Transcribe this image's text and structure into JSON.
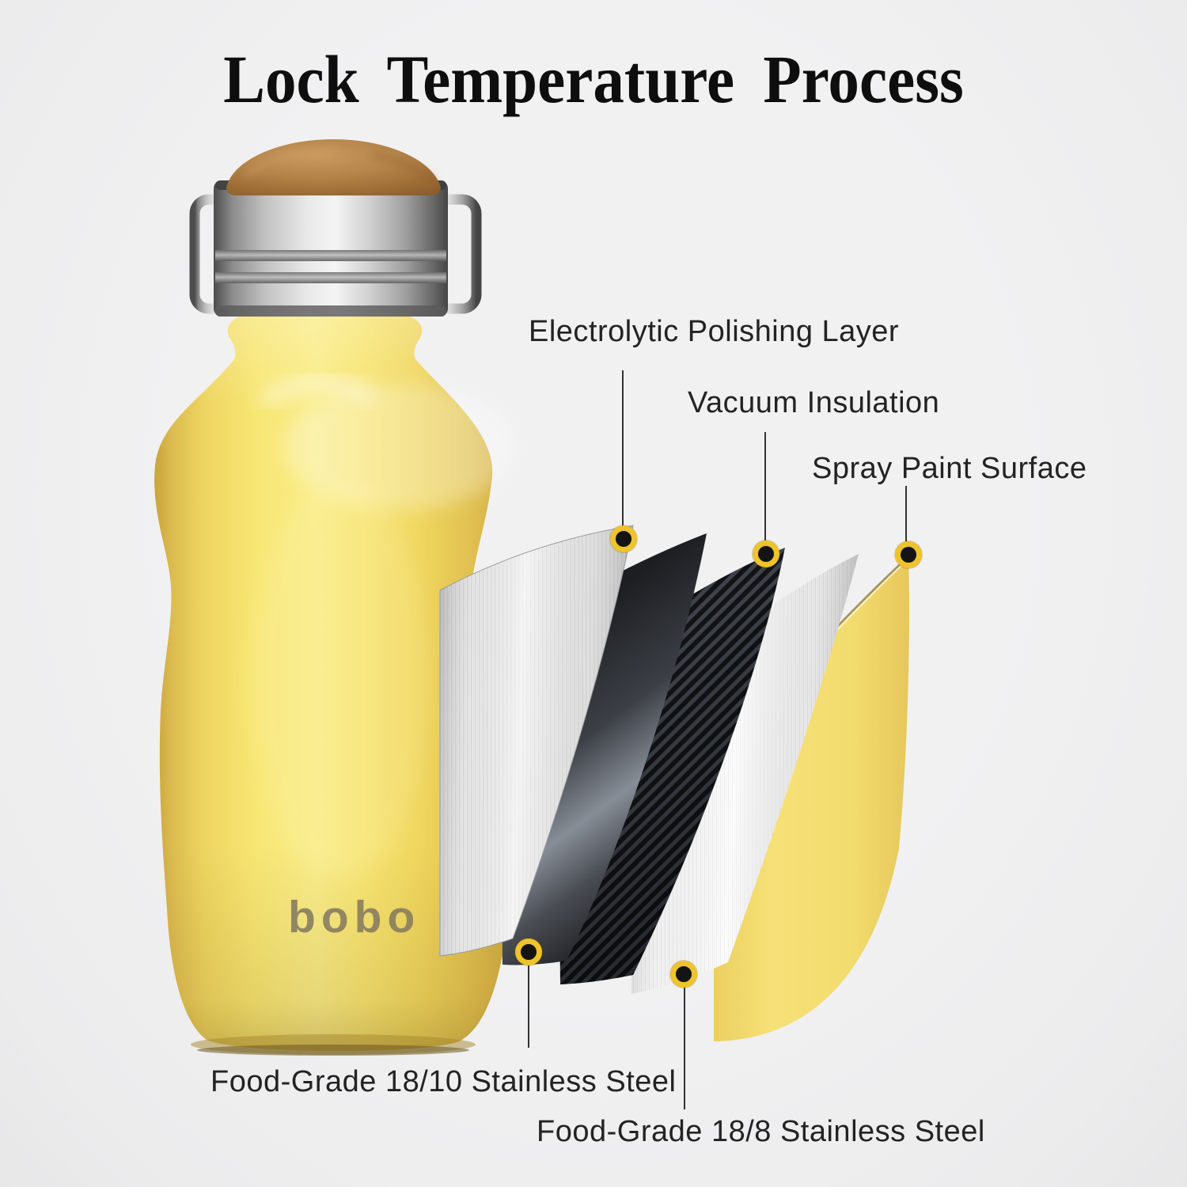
{
  "header": {
    "title": "Lock Temperature Process"
  },
  "bottle": {
    "logo": "bobo",
    "body_color": "#f5e26b",
    "cap_wood_color": "#a9783f",
    "cap_steel_color": "#c6c6c6"
  },
  "callouts": [
    {
      "id": "electrolytic-polishing",
      "label": "Electrolytic Polishing Layer"
    },
    {
      "id": "vacuum-insulation",
      "label": "Vacuum Insulation"
    },
    {
      "id": "spray-paint-surface",
      "label": "Spray Paint Surface"
    },
    {
      "id": "steel-18-10",
      "label": "Food-Grade 18/10 Stainless Steel"
    },
    {
      "id": "steel-18-8",
      "label": "Food-Grade 18/8 Stainless Steel"
    }
  ],
  "layers": [
    {
      "name": "electrolytic-polishing-layer",
      "appearance": "brushed white steel"
    },
    {
      "name": "inner-wall-18-10",
      "appearance": "dark gunmetal steel"
    },
    {
      "name": "vacuum-insulation-layer",
      "appearance": "carbon diagonal weave"
    },
    {
      "name": "outer-wall-18-8",
      "appearance": "bright silver steel"
    },
    {
      "name": "spray-paint-layer",
      "appearance": "yellow paint"
    }
  ],
  "colors": {
    "background": "#efeff0",
    "accent_yellow": "#f2dc6e",
    "dot_ring": "#eec32b",
    "dot_core": "#141414",
    "label_text": "#232323",
    "title_text": "#0e0e0e"
  }
}
